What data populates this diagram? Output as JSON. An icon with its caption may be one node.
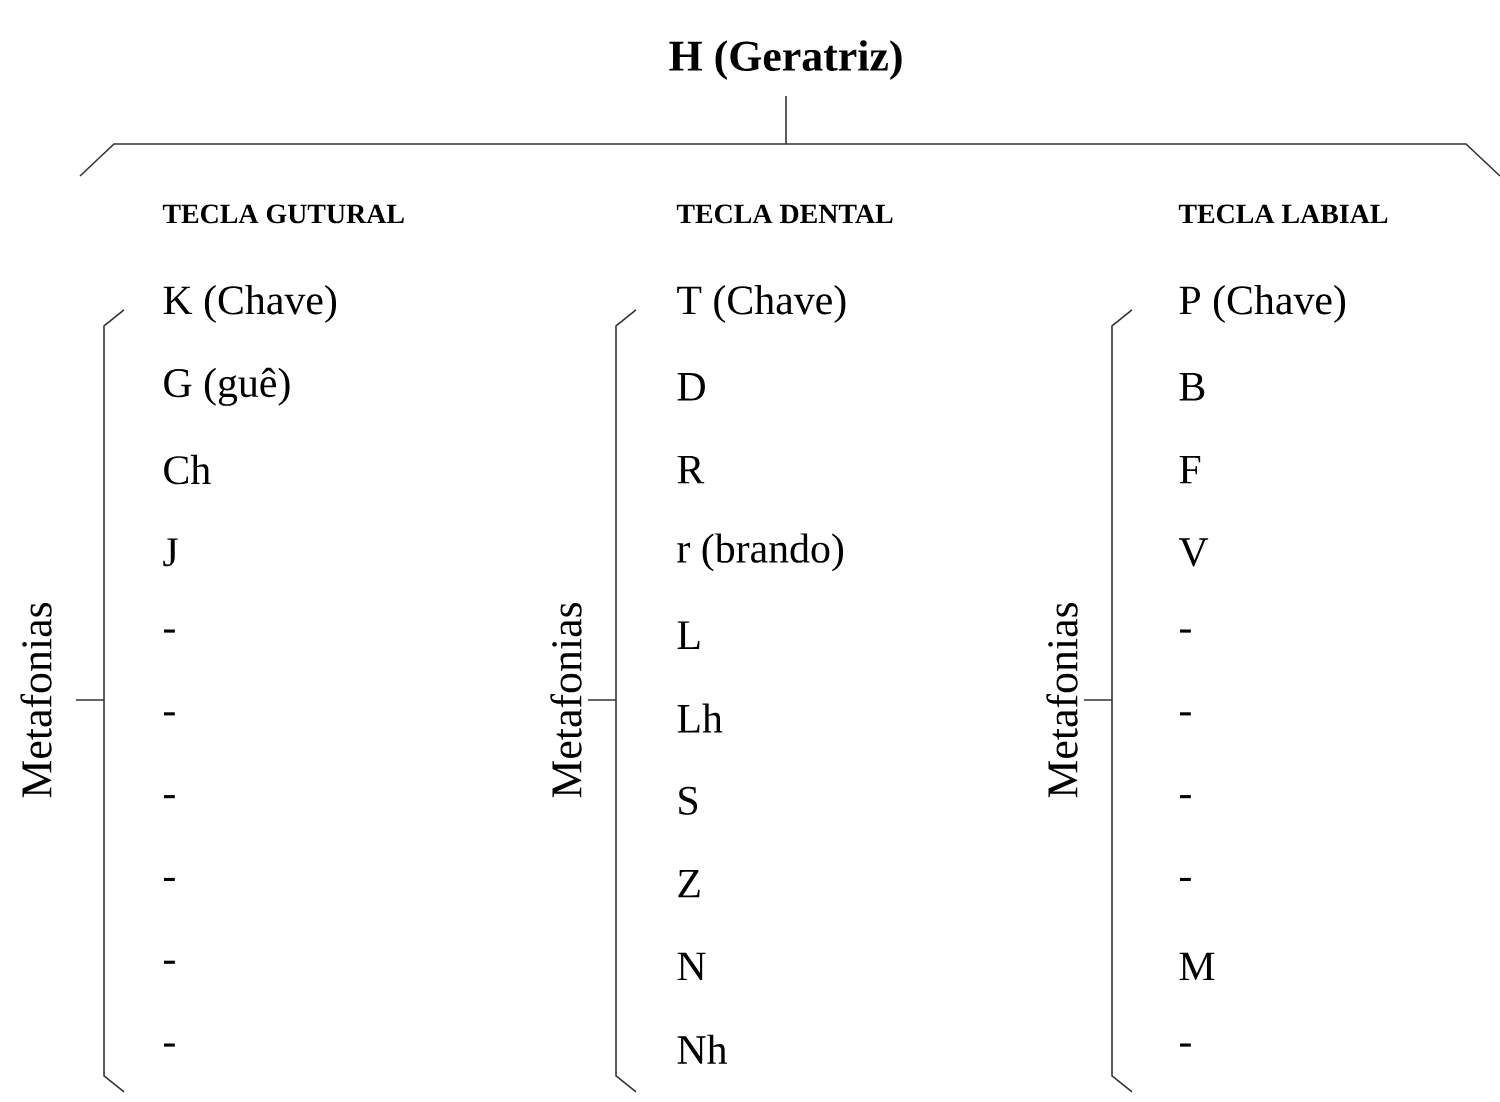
{
  "diagram": {
    "title": "H (Geratriz)",
    "labels": [
      "TECLA GUTURAL",
      "K (Chave)",
      "G (guê)",
      "Ch",
      "J",
      "-",
      "-",
      "-",
      "-",
      "-",
      "-",
      "Metafonias",
      "TECLA DENTAL",
      "T (Chave)",
      "D",
      "R",
      "r (brando)",
      "L",
      "Lh",
      "S",
      "Z",
      "N",
      "Nh",
      "Metafonias",
      "TECLA LABIAL",
      "P (Chave)",
      "B",
      "F",
      "V",
      "-",
      "-",
      "-",
      "-",
      "M",
      "-",
      "Metafonias"
    ]
  }
}
